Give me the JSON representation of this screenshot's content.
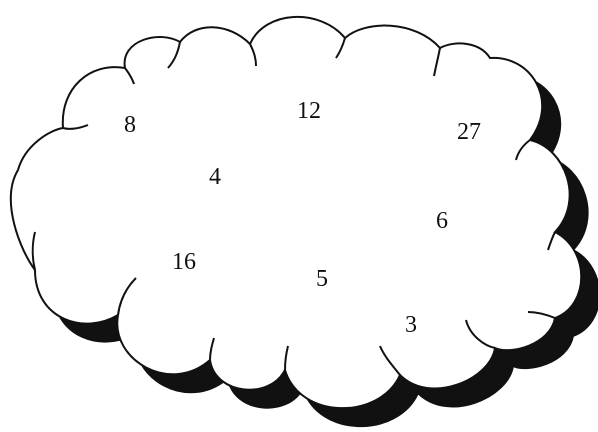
{
  "cloud": {
    "numbers": [
      "8",
      "12",
      "27",
      "4",
      "6",
      "16",
      "5",
      "3"
    ],
    "colors": {
      "outline": "#111111",
      "fill": "#ffffff",
      "shadow": "#111111"
    }
  }
}
